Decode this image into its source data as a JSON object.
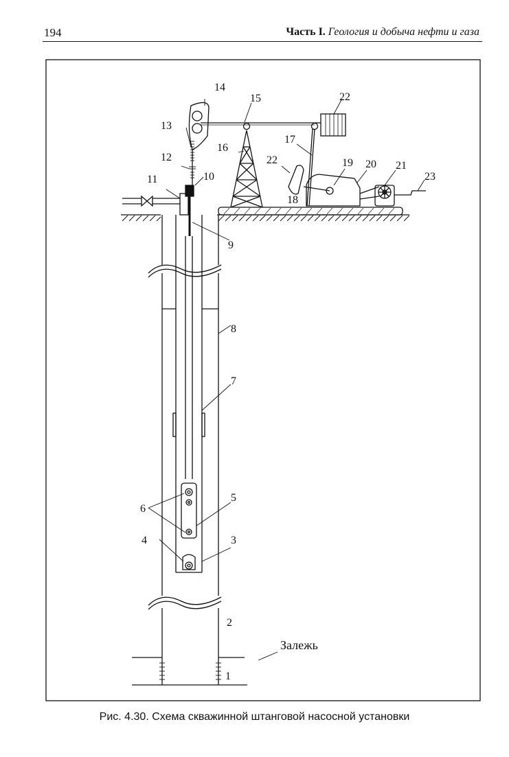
{
  "header": {
    "page_number": "194",
    "part": "Часть I.",
    "subtitle": "Геология и добыча нефти и газа"
  },
  "figure": {
    "callouts": [
      "1",
      "2",
      "3",
      "4",
      "5",
      "6",
      "7",
      "8",
      "9",
      "10",
      "11",
      "12",
      "13",
      "14",
      "15",
      "16",
      "17",
      "18",
      "19",
      "20",
      "21",
      "22",
      "22",
      "23"
    ],
    "deposit_label": "Залежь"
  },
  "caption": "Рис. 4.30.  Схема скважинной штанговой насосной установки"
}
